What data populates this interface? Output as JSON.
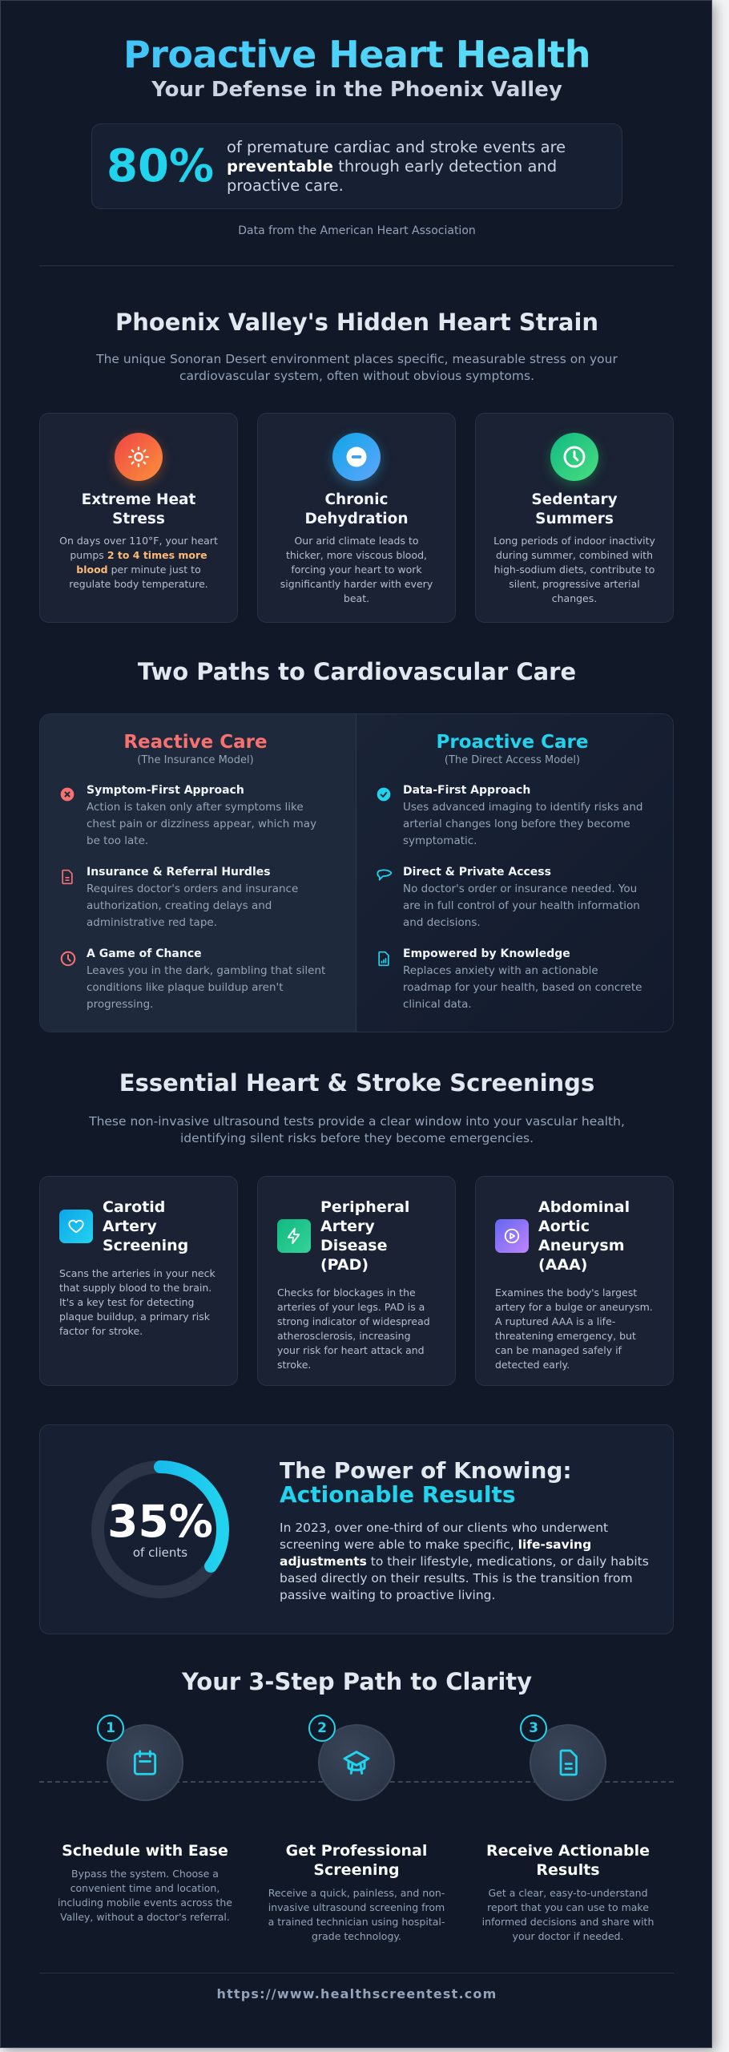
{
  "header": {
    "title": "Proactive Heart Health",
    "subtitle": "Your Defense in the Phoenix Valley",
    "stat": {
      "value": "80%",
      "text_before": "of premature cardiac and stroke events are ",
      "text_bold": "preventable",
      "text_after": " through early detection and proactive care."
    },
    "source": "Data from the American Heart Association"
  },
  "strain": {
    "title": "Phoenix Valley's Hidden Heart Strain",
    "description": "The unique Sonoran Desert environment places specific, measurable stress on your cardiovascular system, often without obvious symptoms.",
    "cards": [
      {
        "icon": "sun-icon",
        "title": "Extreme Heat Stress",
        "text_before": "On days over 110°F, your heart pumps ",
        "highlight": "2 to 4 times more blood",
        "text_after": " per minute just to regulate body temperature.",
        "color_from": "#ef4444",
        "color_to": "#fb923c"
      },
      {
        "icon": "minus-circle-icon",
        "title": "Chronic Dehydration",
        "text_before": "Our arid climate leads to thicker, more viscous blood, forcing your heart to work significantly harder with every beat.",
        "highlight": "",
        "text_after": "",
        "color_from": "#0ea5e9",
        "color_to": "#60a5fa"
      },
      {
        "icon": "clock-icon",
        "title": "Sedentary Summers",
        "text_before": "Long periods of indoor inactivity during summer, combined with high-sodium diets, contribute to silent, progressive arterial changes.",
        "highlight": "",
        "text_after": "",
        "color_from": "#10b981",
        "color_to": "#4ade80"
      }
    ]
  },
  "paths": {
    "title": "Two Paths to Cardiovascular Care",
    "reactive": {
      "title": "Reactive Care",
      "subtitle": "(The Insurance Model)",
      "color": "#f87171",
      "points": [
        {
          "icon": "x-circle-icon",
          "heading": "Symptom-First Approach",
          "text": "Action is taken only after symptoms like chest pain or dizziness appear, which may be too late."
        },
        {
          "icon": "document-icon",
          "heading": "Insurance & Referral Hurdles",
          "text": "Requires doctor's orders and insurance authorization, creating delays and administrative red tape."
        },
        {
          "icon": "clock-icon",
          "heading": "A Game of Chance",
          "text": "Leaves you in the dark, gambling that silent conditions like plaque buildup aren't progressing."
        }
      ]
    },
    "proactive": {
      "title": "Proactive Care",
      "subtitle": "(The Direct Access Model)",
      "color": "#22d3ee",
      "points": [
        {
          "icon": "check-circle-icon",
          "heading": "Data-First Approach",
          "text": "Uses advanced imaging to identify risks and arterial changes long before they become symptomatic."
        },
        {
          "icon": "chat-bubble-icon",
          "heading": "Direct & Private Access",
          "text": "No doctor's order or insurance needed. You are in full control of your health information and decisions."
        },
        {
          "icon": "report-chart-icon",
          "heading": "Empowered by Knowledge",
          "text": "Replaces anxiety with an actionable roadmap for your health, based on concrete clinical data."
        }
      ]
    }
  },
  "screenings": {
    "title": "Essential Heart & Stroke Screenings",
    "description": "These non-invasive ultrasound tests provide a clear window into your vascular health, identifying silent risks before they become emergencies.",
    "cards": [
      {
        "icon": "heart-icon",
        "title": "Carotid Artery Screening",
        "text": "Scans the arteries in your neck that supply blood to the brain. It's a key test for detecting plaque buildup, a primary risk factor for stroke.",
        "color_from": "#0ea5e9",
        "color_to": "#22d3ee"
      },
      {
        "icon": "lightning-icon",
        "title": "Peripheral Artery Disease (PAD)",
        "text": "Checks for blockages in the arteries of your legs. PAD is a strong indicator of widespread atherosclerosis, increasing your risk for heart attack and stroke.",
        "color_from": "#10b981",
        "color_to": "#34d399"
      },
      {
        "icon": "play-circle-icon",
        "title": "Abdominal Aortic Aneurysm (AAA)",
        "text": "Examines the body's largest artery for a bulge or aneurysm. A ruptured AAA is a life-threatening emergency, but can be managed safely if detected early.",
        "color_from": "#6366f1",
        "color_to": "#c084fc"
      }
    ]
  },
  "power": {
    "value": "35%",
    "value_label": "of clients",
    "percent": 35,
    "title": "The Power of Knowing:",
    "title_accent": "Actionable Results",
    "text_before": "In 2023, over one-third of our clients who underwent screening were able to make specific, ",
    "text_bold": "life-saving adjustments",
    "text_after": " to their lifestyle, medications, or daily habits based directly on their results. This is the transition from passive waiting to proactive living."
  },
  "steps": {
    "title": "Your 3-Step Path to Clarity",
    "items": [
      {
        "number": "1",
        "icon": "calendar-icon",
        "title": "Schedule with Ease",
        "text": "Bypass the system. Choose a convenient time and location, including mobile events across the Valley, without a doctor's referral."
      },
      {
        "number": "2",
        "icon": "graduation-cap-icon",
        "title": "Get Professional Screening",
        "text": "Receive a quick, painless, and non-invasive ultrasound screening from a trained technician using hospital-grade technology."
      },
      {
        "number": "3",
        "icon": "file-icon",
        "title": "Receive Actionable Results",
        "text": "Get a clear, easy-to-understand report that you can use to make informed decisions and share with your doctor if needed."
      }
    ]
  },
  "footer": {
    "url": "https://www.healthscreentest.com"
  },
  "colors": {
    "background": "#111827",
    "accent": "#22d3ee",
    "reactive": "#f87171",
    "highlight": "#fdba74"
  }
}
